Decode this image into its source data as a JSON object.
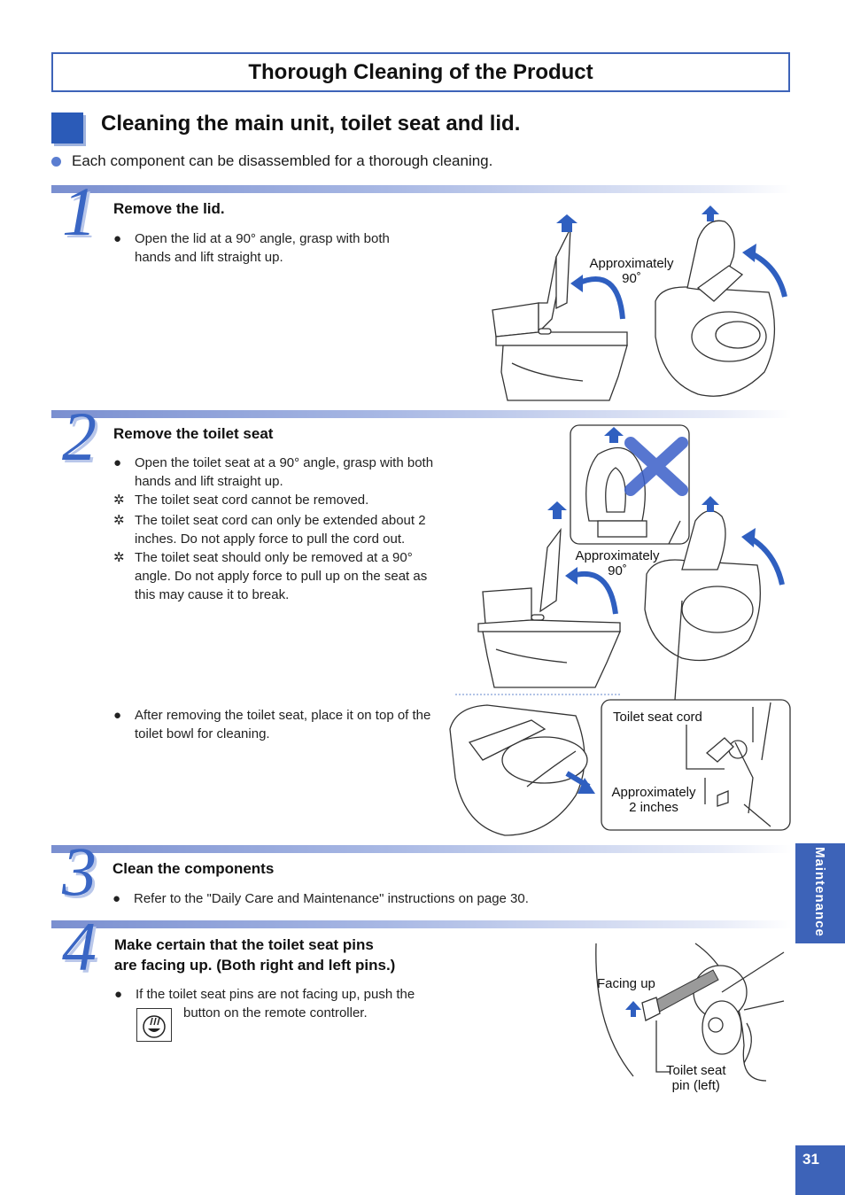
{
  "header": {
    "title": "Thorough Cleaning of the Product"
  },
  "section": {
    "heading": "Cleaning the main unit, toilet seat and lid.",
    "intro": "Each component can be disassembled for a thorough cleaning."
  },
  "steps": [
    {
      "number": "1",
      "title": "Remove the lid.",
      "bullets": [
        "Open the lid at a 90° angle, grasp with both hands and lift straight up."
      ],
      "figure_labels": {
        "angle": "Approximately",
        "angle_value": "90˚"
      }
    },
    {
      "number": "2",
      "title": "Remove the toilet seat",
      "bullets": [
        "Open the toilet seat at a 90° angle, grasp with both hands and lift straight up."
      ],
      "notes": [
        "The toilet seat cord cannot be removed.",
        "The toilet seat cord can only be extended about 2 inches. Do not apply force to pull the cord out.",
        "The toilet seat should only be removed at a 90° angle. Do not apply force to pull up on the seat as this may cause it to break."
      ],
      "after_bullet": "After removing the toilet seat, place it on top of the toilet bowl for cleaning.",
      "figure_labels": {
        "angle": "Approximately",
        "angle_value": "90˚",
        "cord": "Toilet seat cord",
        "extend": "Approximately",
        "extend_value": "2 inches"
      }
    },
    {
      "number": "3",
      "title": "Clean the components",
      "bullets": [
        "Refer to the \"Daily Care and Maintenance\" instructions on page 30."
      ]
    },
    {
      "number": "4",
      "title_line1": "Make certain that the toilet seat pins",
      "title_line2": "are facing up. (Both right and left pins.)",
      "bullet_line1": "If the toilet seat pins are not facing up, push the",
      "bullet_line2": "button on the remote controller.",
      "figure_labels": {
        "facing": "Facing up",
        "pin_line1": "Toilet seat",
        "pin_line2": "pin (left)"
      }
    }
  ],
  "side_tab": "Maintenance",
  "page_number": "31",
  "colors": {
    "accent": "#3d63b8",
    "step_number": "#3a66c4",
    "arrow": "#2f5fc0"
  }
}
